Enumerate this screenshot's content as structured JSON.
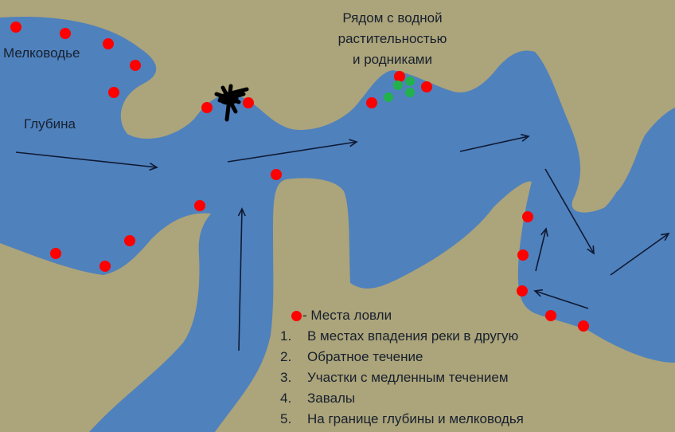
{
  "colors": {
    "land": "#aca47a",
    "water": "#4f81bd",
    "spot": "#ff0000",
    "vegetation": "#22b14c",
    "arrow": "#0f1a33",
    "text": "#17202e"
  },
  "labels": {
    "shallow": "Мелководье",
    "deep": "Глубина",
    "vegetation_line1": "Рядом с водной",
    "vegetation_line2": "растительностью",
    "vegetation_line3": "и родниками"
  },
  "legend": {
    "marker_label": "- Места ловли",
    "items": [
      {
        "num": "1.",
        "text": "В местах впадения реки в другую"
      },
      {
        "num": "2.",
        "text": "Обратное течение"
      },
      {
        "num": "3.",
        "text": "Участки с медленным течением"
      },
      {
        "num": "4.",
        "text": "Завалы"
      },
      {
        "num": "5.",
        "text": "На границе глубины и мелководья"
      }
    ]
  },
  "icons": {
    "fishing_spot": "red-dot",
    "vegetation": "green-dot",
    "snag": "fallen-tree-silhouette",
    "current": "arrow"
  },
  "fishing_spots": [
    [
      20,
      34
    ],
    [
      82,
      42
    ],
    [
      136,
      55
    ],
    [
      170,
      82
    ],
    [
      143,
      116
    ],
    [
      260,
      135
    ],
    [
      312,
      129
    ],
    [
      467,
      129
    ],
    [
      502,
      96
    ],
    [
      536,
      109
    ],
    [
      347,
      219
    ],
    [
      251,
      258
    ],
    [
      163,
      302
    ],
    [
      70,
      318
    ],
    [
      132,
      334
    ],
    [
      663,
      272
    ],
    [
      657,
      320
    ],
    [
      656,
      365
    ],
    [
      692,
      396
    ],
    [
      733,
      409
    ]
  ],
  "vegetation_spots": [
    [
      515,
      102
    ],
    [
      500,
      107
    ],
    [
      515,
      116
    ],
    [
      488,
      122
    ]
  ],
  "current_arrows": [
    [
      20,
      191,
      197,
      210
    ],
    [
      286,
      203,
      448,
      178
    ],
    [
      578,
      190,
      664,
      171
    ],
    [
      300,
      440,
      304,
      262
    ],
    [
      685,
      212,
      746,
      318
    ],
    [
      767,
      345,
      840,
      293
    ],
    [
      673,
      340,
      686,
      287
    ],
    [
      739,
      387,
      672,
      365
    ]
  ]
}
